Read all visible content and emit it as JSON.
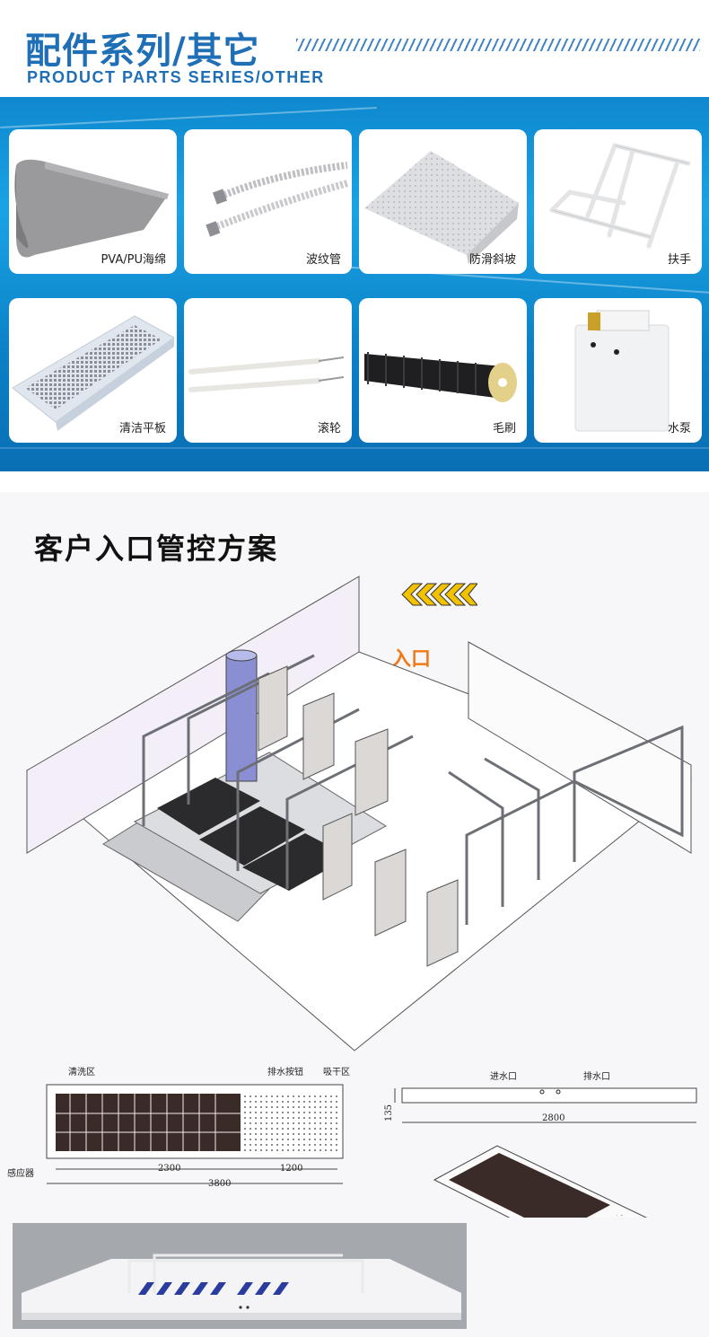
{
  "header": {
    "title_cn": "配件系列/其它",
    "title_en": "PRODUCT PARTS SERIES/OTHER"
  },
  "parts": [
    {
      "label": "PVA/PU海绵",
      "icon": "sponge-sheet-icon"
    },
    {
      "label": "波纹管",
      "icon": "corrugated-hose-icon"
    },
    {
      "label": "防滑斜坡",
      "icon": "anti-slip-ramp-icon"
    },
    {
      "label": "扶手",
      "icon": "handrail-icon"
    },
    {
      "label": "清洁平板",
      "icon": "cleaning-plate-icon"
    },
    {
      "label": "滚轮",
      "icon": "roller-icon"
    },
    {
      "label": "毛刷",
      "icon": "brush-icon"
    },
    {
      "label": "水泵",
      "icon": "water-pump-icon"
    }
  ],
  "solution": {
    "title": "客户入口管控方案",
    "entry_label": "入口"
  },
  "plan_drawing": {
    "zone_clean": "清洗区",
    "drain_button": "排水按钮",
    "dry_zone": "吸干区",
    "sensor": "感应器",
    "dim_clean": "2300",
    "dim_dry": "1200",
    "dim_total": "3800"
  },
  "side_drawing": {
    "inlet": "进水口",
    "outlet": "排水口",
    "height": "135",
    "length": "2800"
  },
  "colors": {
    "brand_blue": "#1f6fb7",
    "entry_orange": "#f07a1a",
    "chevron_yellow": "#f2c200"
  }
}
